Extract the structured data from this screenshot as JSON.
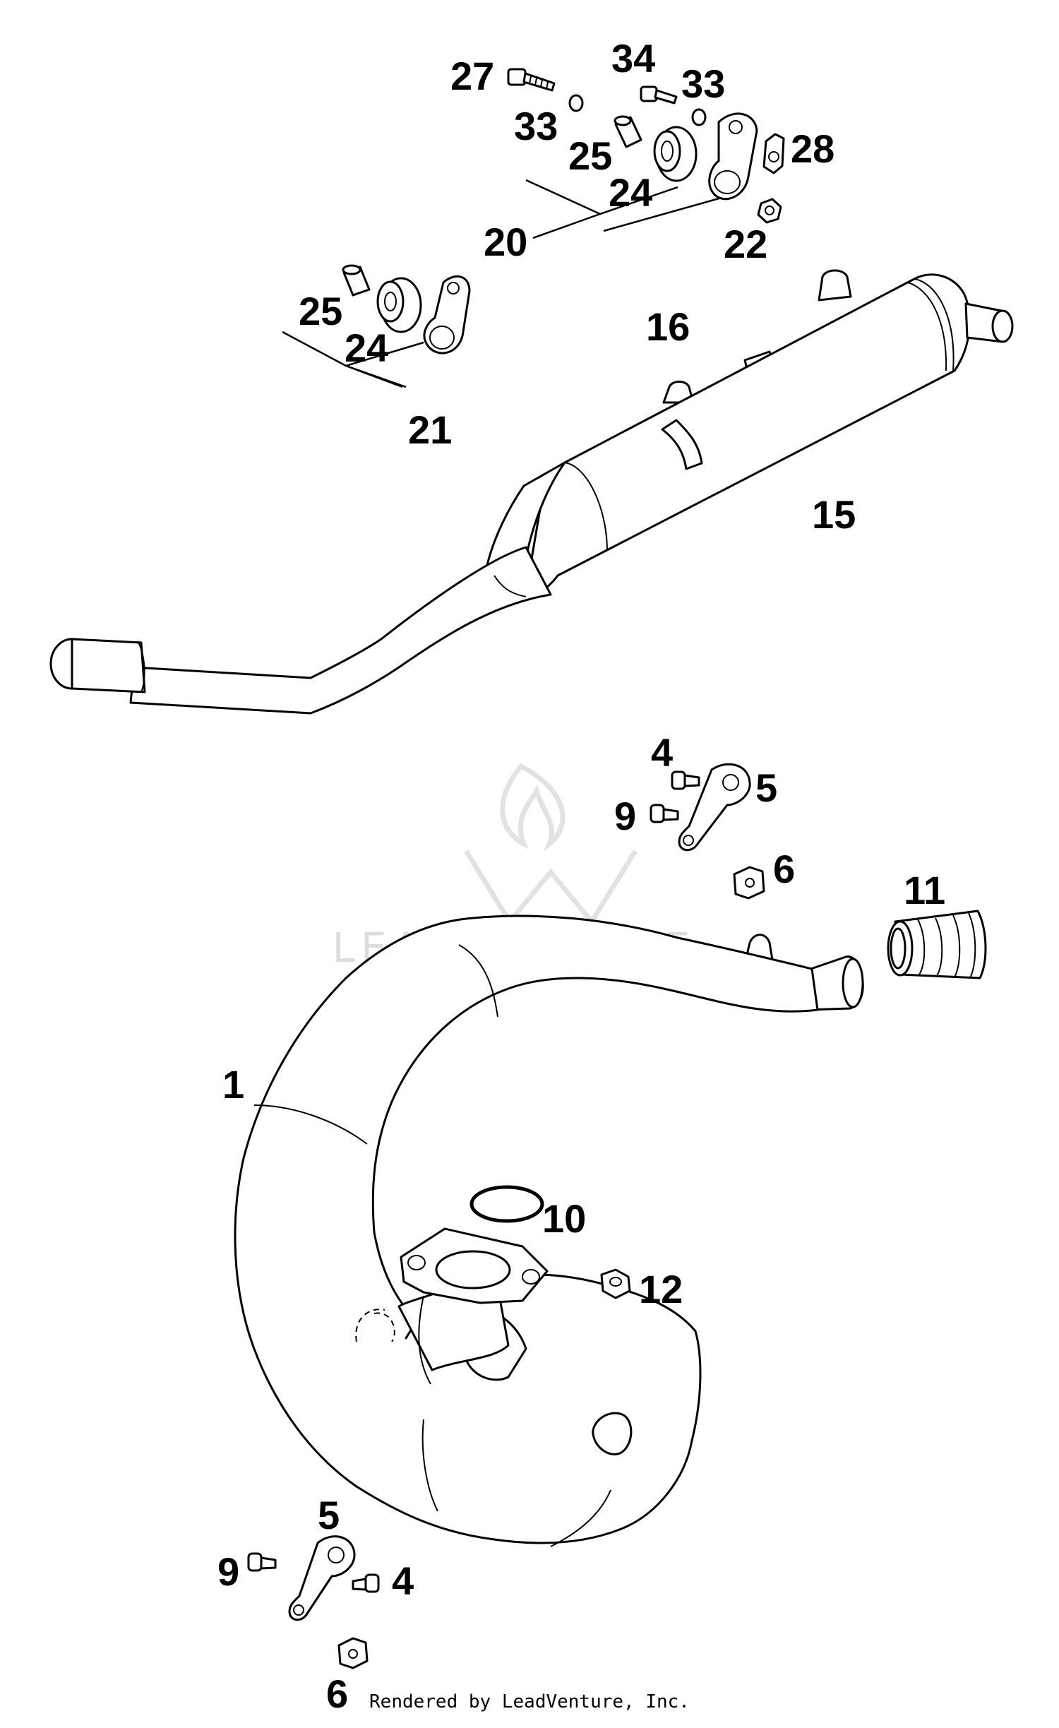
{
  "diagram": {
    "callouts": [
      "27",
      "34",
      "33",
      "33",
      "25",
      "24",
      "20",
      "28",
      "22",
      "25",
      "24",
      "21",
      "16",
      "15",
      "4",
      "5",
      "9",
      "6",
      "11",
      "1",
      "10",
      "12",
      "5",
      "9",
      "4",
      "6"
    ],
    "watermark": "LEADVENTURE",
    "credit": "Rendered by LeadVenture, Inc."
  }
}
